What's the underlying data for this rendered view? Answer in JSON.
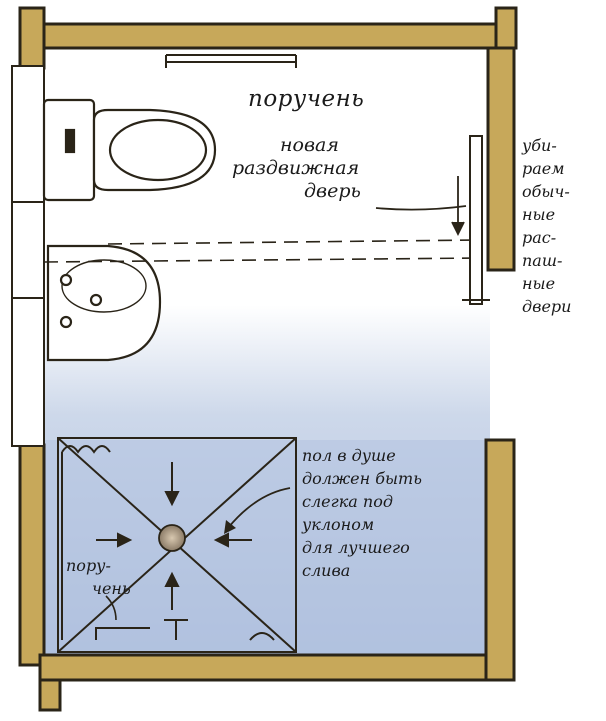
{
  "labels": {
    "handrail_top": "поручень",
    "sliding_door": [
      "новая",
      "раздвижная",
      "дверь"
    ],
    "removed_doors": [
      "уби-",
      "раем",
      "обыч-",
      "ные",
      "рас-",
      "паш-",
      "ные",
      "двери"
    ],
    "shower_floor": [
      "пол в душе",
      "должен быть",
      "слегка под",
      "уклоном",
      "для лучшего",
      "слива"
    ],
    "handrail_shower": [
      "пору-",
      "чень"
    ]
  },
  "colors": {
    "wall_fill": "#c7a85a",
    "wall_line": "#2a2418",
    "floor_blue": "#b7c6e0",
    "ink": "#1a1a1a"
  }
}
